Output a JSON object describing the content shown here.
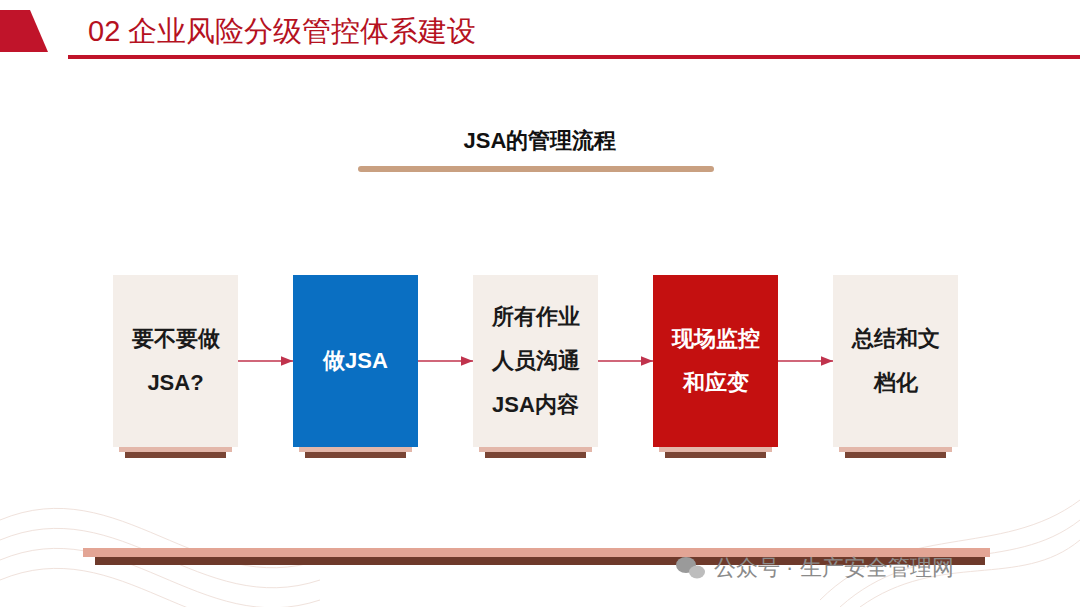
{
  "diagram": {
    "title": "JSA的管理流程",
    "nodes": [
      {
        "text": [
          "要不要做 JSA?"
        ]
      },
      {
        "text": [
          "做JSA"
        ]
      },
      {
        "text": [
          "所有作业 人员沟通 JSA内容"
        ]
      },
      {
        "text": [
          "现场监控 和应变"
        ]
      },
      {
        "text": [
          "总结和文 档化"
        ]
      }
    ],
    "edges": [
      {
        "from": 0,
        "to": 1,
        "arrow": "to"
      },
      {
        "from": 1,
        "to": 2,
        "arrow": "to"
      },
      {
        "from": 2,
        "to": 3,
        "arrow": "to"
      },
      {
        "from": 3,
        "to": 4,
        "arrow": "to"
      }
    ],
    "labels": [
      "02 企业风险分级管控体系建设",
      "公众号 · 生产安全管理网"
    ]
  }
}
